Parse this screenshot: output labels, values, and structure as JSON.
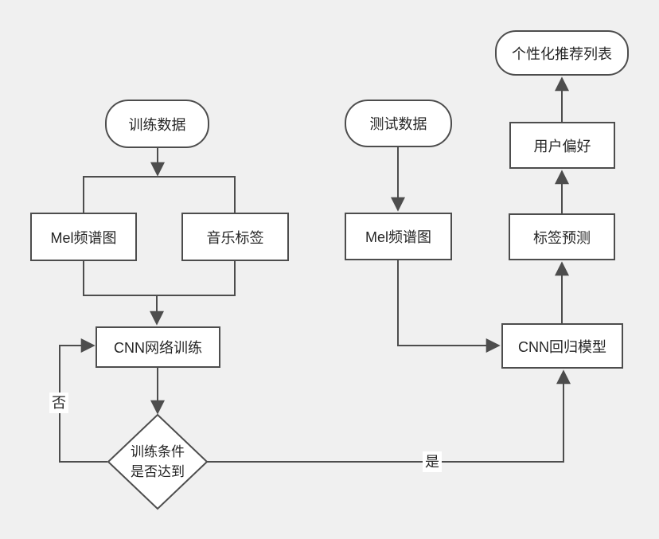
{
  "palette": {
    "background": "#f0f0f0",
    "node_fill": "#ffffff",
    "stroke": "#4d4d4d",
    "text": "#262626"
  },
  "nodes": {
    "training_data": "训练数据",
    "test_data": "测试数据",
    "recommend_list": "个性化推荐列表",
    "mel_train": "Mel频谱图",
    "music_tags": "音乐标签",
    "mel_test": "Mel频谱图",
    "user_pref": "用户偏好",
    "tag_predict": "标签预测",
    "cnn_train": "CNN网络训练",
    "cnn_model": "CNN回归模型",
    "decision_line1": "训练条件",
    "decision_line2": "是否达到"
  },
  "edge_labels": {
    "no": "否",
    "yes": "是"
  }
}
